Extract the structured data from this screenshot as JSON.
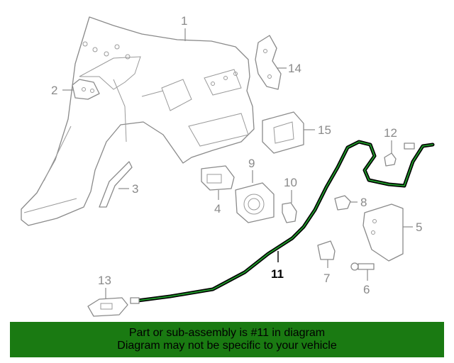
{
  "callouts": {
    "c1": "1",
    "c2": "2",
    "c3": "3",
    "c4": "4",
    "c5": "5",
    "c6": "6",
    "c7": "7",
    "c8": "8",
    "c9": "9",
    "c10": "10",
    "c11": "11",
    "c12": "12",
    "c13": "13",
    "c14": "14",
    "c15": "15"
  },
  "highlighted_part": "11",
  "colors": {
    "banner": "#1a7a12",
    "cable_highlight": "#1f9e2a",
    "part_lines": "#8a8a8a"
  },
  "banner": {
    "line1": "Part or sub-assembly is #11 in diagram",
    "line2": "Diagram may not be specific to your vehicle"
  }
}
